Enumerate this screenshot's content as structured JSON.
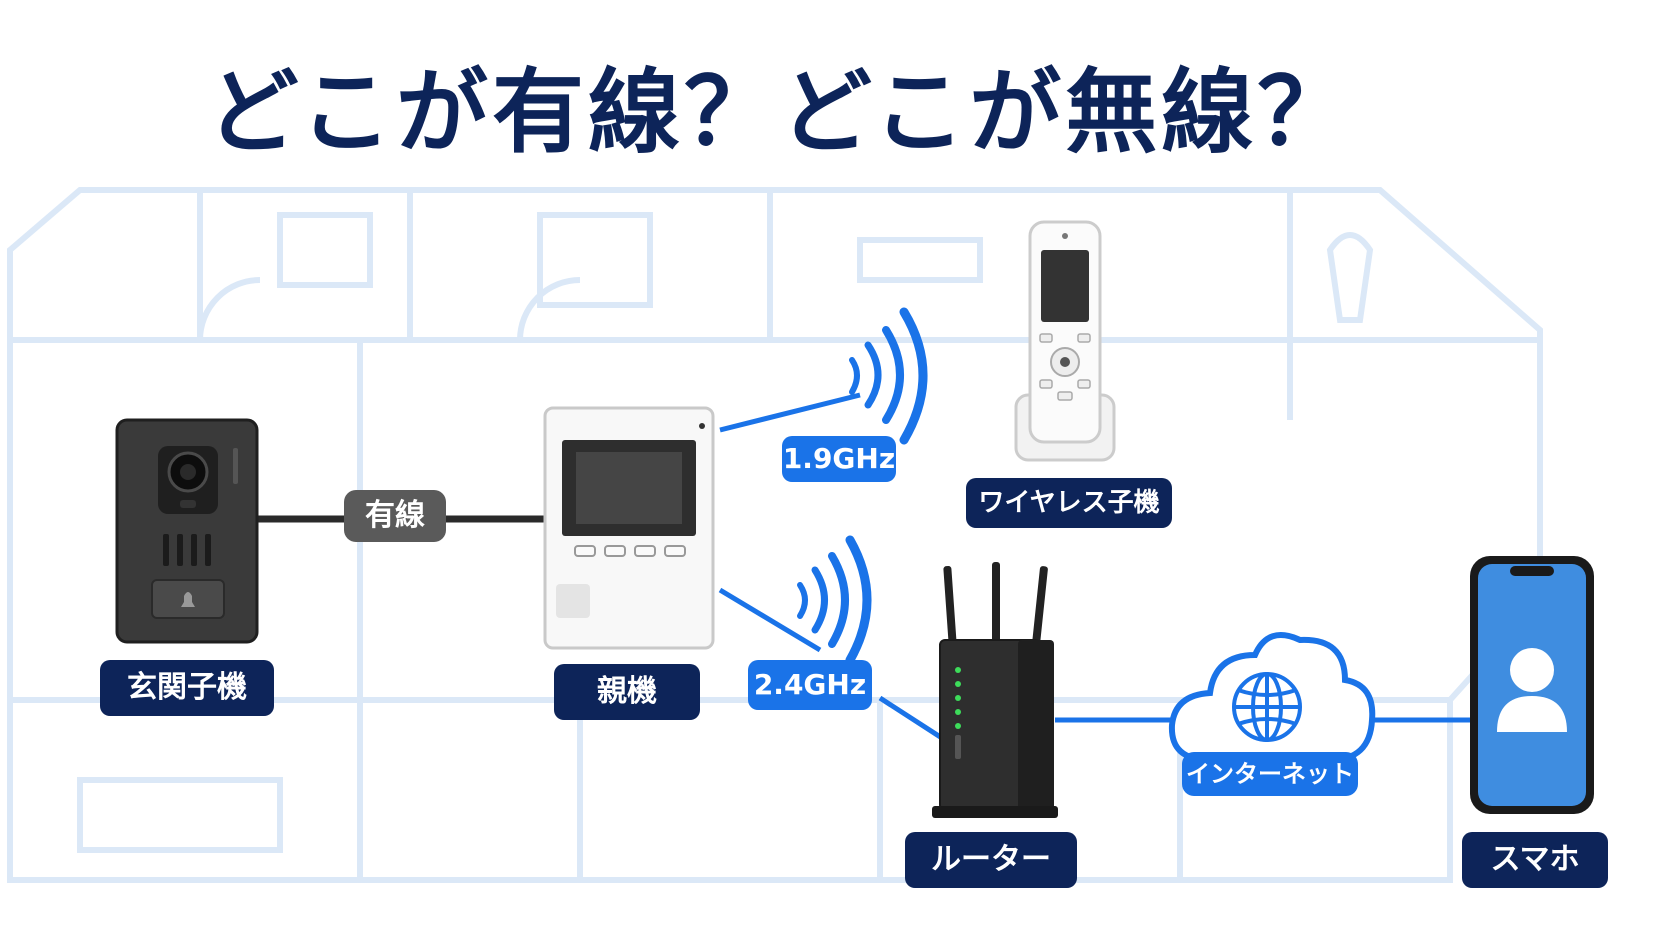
{
  "title": "どこが有線？どこが無線？",
  "devices": {
    "entrance_unit": "玄関子機",
    "main_unit": "親機",
    "wireless_handset": "ワイヤレス子機",
    "router": "ルーター",
    "smartphone": "スマホ"
  },
  "links": {
    "wired_label": "有線",
    "freq_handset": "1.9GHz",
    "freq_router": "2.4GHz",
    "internet_label": "インターネット"
  },
  "colors": {
    "navy": "#0d2459",
    "accent_blue": "#1a73e8",
    "cable_gray": "#5a5a5a",
    "floorplan": "#dbe8f7"
  },
  "icons": [
    "doorbell-camera-icon",
    "bell-icon",
    "intercom-monitor-icon",
    "wifi-waves-icon",
    "cordless-handset-icon",
    "router-icon",
    "cloud-icon",
    "globe-icon",
    "smartphone-icon",
    "user-avatar-icon"
  ]
}
